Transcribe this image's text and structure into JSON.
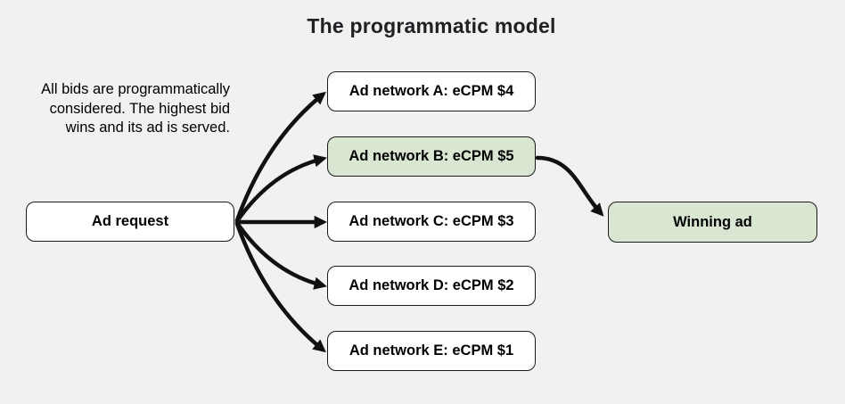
{
  "title": "The programmatic model",
  "note": {
    "lines": [
      "All bids are programmatically",
      "considered. The highest bid",
      "wins and its ad is served."
    ]
  },
  "nodes": {
    "request": {
      "label": "Ad request"
    },
    "networks": [
      {
        "label": "Ad network A: eCPM $4",
        "highlighted": false
      },
      {
        "label": "Ad network B: eCPM $5",
        "highlighted": true
      },
      {
        "label": "Ad network C: eCPM $3",
        "highlighted": false
      },
      {
        "label": "Ad network D: eCPM $2",
        "highlighted": false
      },
      {
        "label": "Ad network E: eCPM $1",
        "highlighted": false
      }
    ],
    "winner": {
      "label": "Winning ad"
    }
  },
  "colors": {
    "background": "#f1f1f1",
    "node_fill": "#ffffff",
    "highlight_fill": "#d9e7d2",
    "node_border": "#1a1a1a",
    "arrow": "#111111",
    "text": "#202124"
  }
}
